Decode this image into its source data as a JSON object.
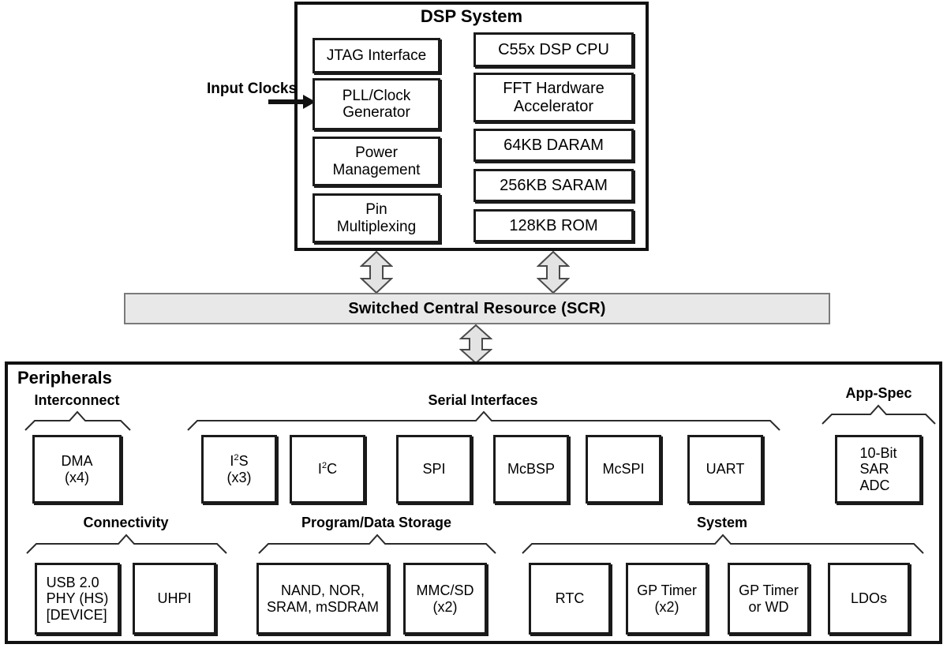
{
  "diagram": {
    "dsp_system": {
      "title": "DSP System",
      "input_label_line1": "Input",
      "input_label_line2": "Clocks",
      "left_blocks": [
        {
          "name": "jtag-interface",
          "lines": [
            "JTAG Interface"
          ]
        },
        {
          "name": "pll-clock-generator",
          "lines": [
            "PLL/Clock",
            "Generator"
          ]
        },
        {
          "name": "power-management",
          "lines": [
            "Power",
            "Management"
          ]
        },
        {
          "name": "pin-multiplexing",
          "lines": [
            "Pin",
            "Multiplexing"
          ]
        }
      ],
      "right_blocks": [
        {
          "name": "c55x-dsp-cpu",
          "lines": [
            "C55x DSP CPU"
          ]
        },
        {
          "name": "fft-hardware-accelerator",
          "lines": [
            "FFT Hardware",
            "Accelerator"
          ]
        },
        {
          "name": "daram-64kb",
          "lines": [
            "64KB DARAM"
          ]
        },
        {
          "name": "saram-256kb",
          "lines": [
            "256KB SARAM"
          ]
        },
        {
          "name": "rom-128kb",
          "lines": [
            "128KB ROM"
          ]
        }
      ]
    },
    "scr": {
      "label": "Switched Central Resource (SCR)"
    },
    "peripherals": {
      "title": "Peripherals",
      "groups": [
        {
          "name": "interconnect",
          "label": "Interconnect"
        },
        {
          "name": "serial-interfaces",
          "label": "Serial Interfaces"
        },
        {
          "name": "app-spec",
          "label": "App-Spec"
        },
        {
          "name": "connectivity",
          "label": "Connectivity"
        },
        {
          "name": "program-data-storage",
          "label": "Program/Data Storage"
        },
        {
          "name": "system",
          "label": "System"
        }
      ],
      "row1": {
        "interconnect": [
          {
            "name": "dma",
            "lines": [
              "DMA",
              "(x4)"
            ]
          }
        ],
        "serial_interfaces": [
          {
            "name": "i2s",
            "lines": [
              "I<sup>2</sup>S",
              "(x3)"
            ],
            "html": true
          },
          {
            "name": "i2c",
            "lines": [
              "I<sup>2</sup>C"
            ],
            "html": true
          },
          {
            "name": "spi",
            "lines": [
              "SPI"
            ]
          },
          {
            "name": "mcbsp",
            "lines": [
              "McBSP"
            ]
          },
          {
            "name": "mcspi",
            "lines": [
              "McSPI"
            ]
          },
          {
            "name": "uart",
            "lines": [
              "UART"
            ]
          }
        ],
        "app_spec": [
          {
            "name": "sar-adc",
            "lines": [
              "10-Bit",
              "SAR",
              "ADC"
            ],
            "align": "left"
          }
        ]
      },
      "row2": {
        "connectivity": [
          {
            "name": "usb-phy",
            "lines": [
              "USB 2.0",
              "PHY (HS)",
              "[DEVICE]"
            ],
            "align": "left"
          },
          {
            "name": "uhpi",
            "lines": [
              "UHPI"
            ]
          }
        ],
        "program_data_storage": [
          {
            "name": "external-memory",
            "lines": [
              "NAND, NOR,",
              "SRAM, mSDRAM"
            ]
          },
          {
            "name": "mmc-sd",
            "lines": [
              "MMC/SD",
              "(x2)"
            ]
          }
        ],
        "system": [
          {
            "name": "rtc",
            "lines": [
              "RTC"
            ]
          },
          {
            "name": "gp-timer-x2",
            "lines": [
              "GP Timer",
              "(x2)"
            ]
          },
          {
            "name": "gp-timer-or-wd",
            "lines": [
              "GP Timer",
              "or WD"
            ]
          },
          {
            "name": "ldos",
            "lines": [
              "LDOs"
            ]
          }
        ]
      }
    },
    "colors": {
      "block_border": "#1a1a1a",
      "outer_border": "#111111",
      "scr_fill": "#e8e8e8",
      "scr_border": "#7a7a7a",
      "arrow_fill": "#e3e3e3",
      "arrow_stroke": "#4a4a4a",
      "background": "#ffffff"
    }
  }
}
